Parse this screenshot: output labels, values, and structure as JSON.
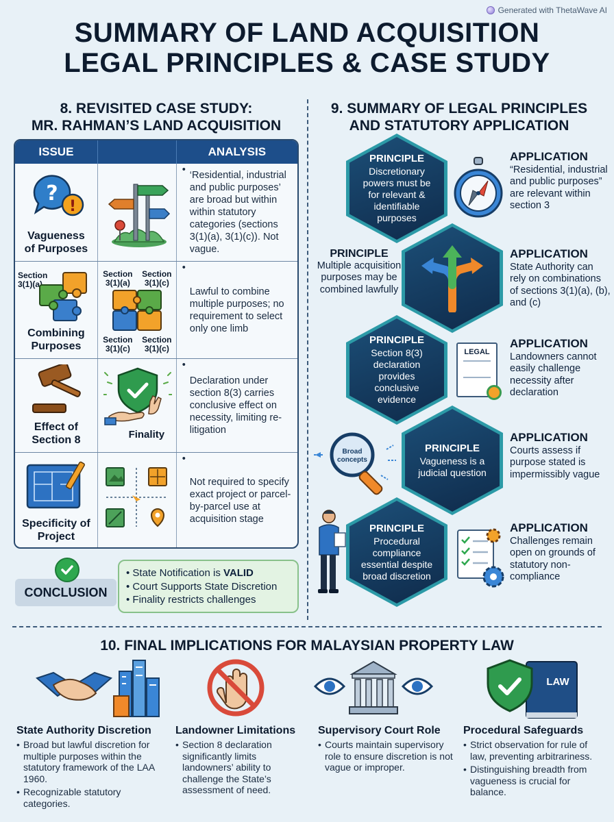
{
  "watermark": "Generated with ThetaWave AI",
  "title_line1": "SUMMARY OF LAND ACQUISITION",
  "title_line2": "LEGAL PRINCIPLES & CASE STUDY",
  "case_study": {
    "title_line1": "8. REVISITED CASE STUDY:",
    "title_line2": "MR. RAHMAN’S LAND ACQUISITION",
    "col_issue": "ISSUE",
    "col_analysis": "ANALYSIS",
    "rows": [
      {
        "issue_line1": "Vagueness",
        "issue_line2": "of Purposes",
        "analysis": "‘Residential, industrial and public purposes’ are broad but within within statutory categories (sections 3(1)(a), 3(1)(c)). Not vague."
      },
      {
        "issue_line1": "Combining",
        "issue_line2": "Purposes",
        "section_issue": "Section 3(1)(a)",
        "section_a": "Section 3(1)(a)",
        "section_b": "Section 3(1)(c)",
        "section_c": "Section 3(1)(c)",
        "section_d": "Section 3(1)(c)",
        "analysis": "Lawful to combine multiple purposes; no requirement to select only one limb"
      },
      {
        "issue_line1": "Effect of",
        "issue_line2": "Section 8",
        "icon_label": "Finality",
        "analysis": "Declaration under section 8(3) carries conclusive effect on necessity, limiting re-litigation"
      },
      {
        "issue_line1": "Specificity of",
        "issue_line2": "Project",
        "analysis": "Not required to specify exact project or parcel-by-parcel use at acquisition stage"
      }
    ],
    "conclusion_label": "CONCLUSION",
    "conclusion_1_prefix": "State Notification is ",
    "conclusion_1_bold": "VALID",
    "conclusion_2": "Court Supports State Discretion",
    "conclusion_3": "Finality restricts challenges"
  },
  "principles": {
    "title_line1": "9. SUMMARY OF LEGAL PRINCIPLES",
    "title_line2": "AND STATUTORY APPLICATION",
    "principle_label": "PRINCIPLE",
    "application_label": "APPLICATION",
    "items": [
      {
        "principle": "Discretionary powers must be for relevant & identifiable purposes",
        "application": "“Residential, industrial and public purposes” are relevant within section 3"
      },
      {
        "principle": "Multiple acquisition purposes may be combined lawfully",
        "application": "State Authority can rely on combinations of sections 3(1)(a), (b), and (c)"
      },
      {
        "principle": "Section 8(3) declaration provides conclusive evidence",
        "application": "Landowners cannot easily challenge necessity after declaration",
        "doc_label": "LEGAL"
      },
      {
        "principle": "Vagueness is a judicial question",
        "application": "Courts assess if purpose stated is impermissibly vague",
        "lens_label_1": "Broad",
        "lens_label_2": "concepts"
      },
      {
        "principle": "Procedural compliance essential despite broad discretion",
        "application": "Challenges remain open on grounds of statutory non-compliance"
      }
    ]
  },
  "implications": {
    "title": "10. FINAL IMPLICATIONS FOR MALAYSIAN PROPERTY LAW",
    "items": [
      {
        "heading": "State Authority Discretion",
        "bullets": [
          "Broad but lawful discretion for multiple purposes within the statutory framework of the LAA 1960.",
          "Recognizable statutory categories."
        ]
      },
      {
        "heading": "Landowner Limitations",
        "bullets": [
          "Section 8 declaration significantly limits landowners’ ability to challenge the State’s assessment of need."
        ]
      },
      {
        "heading": "Supervisory Court Role",
        "bullets": [
          "Courts maintain supervisory role to ensure discretion is not vague or improper."
        ]
      },
      {
        "heading": "Procedural Safeguards",
        "book_label": "LAW",
        "bullets": [
          "Strict observation for rule of law, preventing arbitrariness.",
          "Distinguishing breadth from vagueness is crucial for balance."
        ]
      }
    ]
  },
  "colors": {
    "table_header": "#1d4e8a",
    "hex_border": "#2c9aa7",
    "hex_fill": "#14385e",
    "check_green": "#2fa84f",
    "background": "#e8f1f7"
  },
  "icons": [
    "info-question-icon",
    "puzzle-icon",
    "signpost-icon",
    "gavel-icon",
    "shield-check-icon",
    "blueprint-icon",
    "compass-icon",
    "split-arrows-icon",
    "legal-document-icon",
    "magnifier-icon",
    "checklist-gear-icon",
    "handshake-icon",
    "no-hand-icon",
    "courthouse-icon",
    "law-book-shield-icon"
  ]
}
